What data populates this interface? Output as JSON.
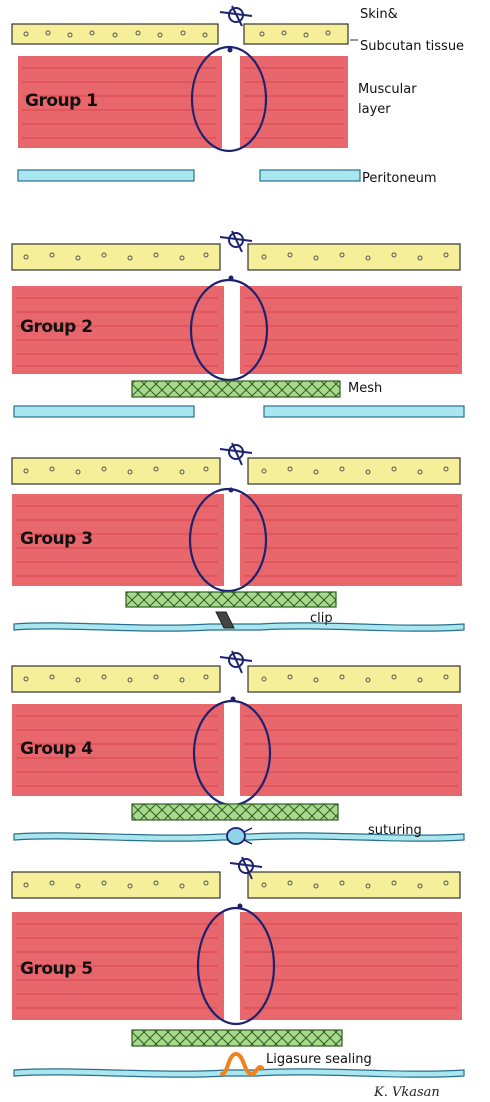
{
  "colors": {
    "skin": "#f5ef9a",
    "skin_border": "#333333",
    "muscle": "#e8676c",
    "muscle_lines": "#d7454c",
    "peritoneum": "#a9e6f0",
    "peritoneum_border": "#2a6f8a",
    "mesh": "#a8d889",
    "mesh_border": "#2f5d24",
    "suture": "#1d2270",
    "clip": "#444444",
    "ligasure": "#f0821e"
  },
  "labels": {
    "skin": "Skin&",
    "skin2": "Subcutan tissue",
    "muscle": "Muscular",
    "muscle2": "layer",
    "peritoneum": "Peritoneum",
    "mesh": "Mesh",
    "clip": "clip",
    "suturing": "suturing",
    "ligasure": "Ligasure sealing",
    "signature": "K. Vkasan"
  },
  "groups": [
    {
      "label": "Group 1",
      "technique": "none"
    },
    {
      "label": "Group 2",
      "technique": "mesh"
    },
    {
      "label": "Group 3",
      "technique": "clip"
    },
    {
      "label": "Group 4",
      "technique": "suturing"
    },
    {
      "label": "Group 5",
      "technique": "ligasure"
    }
  ]
}
